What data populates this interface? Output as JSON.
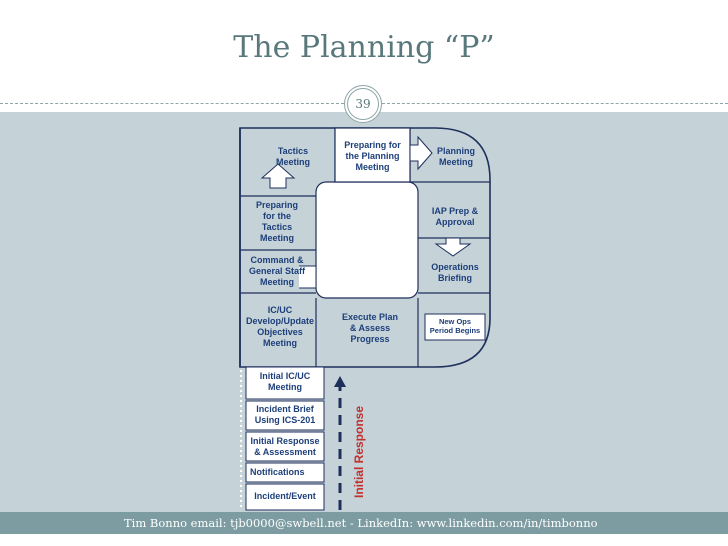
{
  "slide": {
    "title": "The Planning “P”",
    "number": "39",
    "footer": "Tim Bonno email: tjb0000@swbell.net - LinkedIn: www.linkedin.com/in/timbonno"
  },
  "colors": {
    "background_band": "#c5d2d8",
    "box_fill": "#c5d2d8",
    "box_outline": "#1e2f5c",
    "label_text": "#1d3f7a",
    "initial_response_text": "#c0302c",
    "title_text": "#58787b",
    "footer_bar": "#7d9ca2"
  },
  "planning_p": {
    "cycle": {
      "tactics": "Tactics\nMeeting",
      "preparing_planning": "Preparing for\nthe Planning\nMeeting",
      "planning": "Planning\nMeeting",
      "preparing_tactics": "Preparing\nfor the\nTactics\nMeeting",
      "iap_prep": "IAP Prep &\nApproval",
      "command_staff": "Command &\nGeneral Staff\nMeeting",
      "operations_briefing": "Operations\nBriefing",
      "ic_uc_objectives": "IC/UC\nDevelop/Update\nObjectives\nMeeting",
      "execute_plan": "Execute Plan\n& Assess\nProgress",
      "new_ops_period": "New Ops\nPeriod Begins"
    },
    "stem": {
      "initial_ic_uc": "Initial IC/UC\nMeeting",
      "incident_brief": "Incident Brief\nUsing ICS-201",
      "initial_response_assessment": "Initial Response\n& Assessment",
      "notifications": "Notifications",
      "incident_event": "Incident/Event"
    },
    "initial_response_label": "Initial Response"
  }
}
